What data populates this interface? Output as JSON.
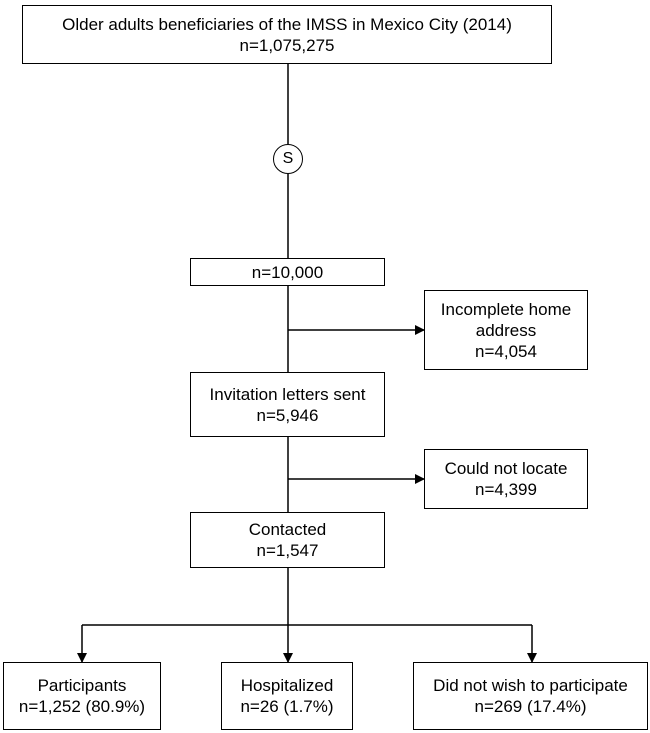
{
  "nodes": {
    "population": {
      "lines": [
        "Older adults beneficiaries of the IMSS in Mexico City (2014)",
        "n=1,075,275"
      ]
    },
    "sampling": {
      "label": "S"
    },
    "sample": {
      "lines": [
        "n=10,000"
      ]
    },
    "incomplete_address": {
      "lines": [
        "Incomplete home",
        "address",
        "n=4,054"
      ]
    },
    "letters_sent": {
      "lines": [
        "Invitation letters sent",
        "n=5,946"
      ]
    },
    "could_not_locate": {
      "lines": [
        "Could not locate",
        "n=4,399"
      ]
    },
    "contacted": {
      "lines": [
        "Contacted",
        "n=1,547"
      ]
    },
    "participants": {
      "lines": [
        "Participants",
        "n=1,252 (80.9%)"
      ]
    },
    "hospitalized": {
      "lines": [
        "Hospitalized",
        "n=26 (1.7%)"
      ]
    },
    "declined": {
      "lines": [
        "Did not wish to participate",
        "n=269 (17.4%)"
      ]
    }
  }
}
